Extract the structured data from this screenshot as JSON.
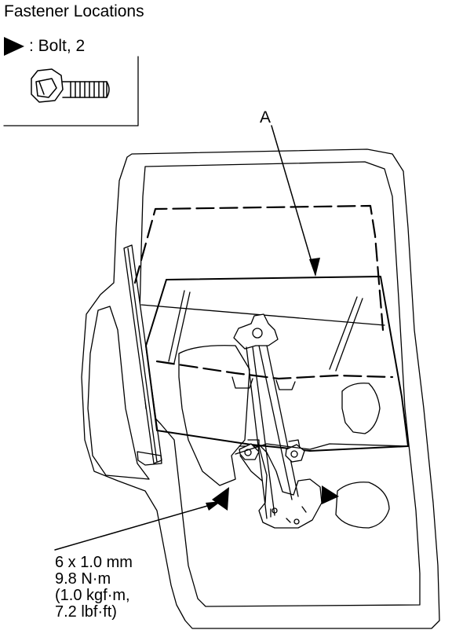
{
  "title": "Fastener Locations",
  "legend": {
    "symbol": "black-triangle-arrow",
    "label": ": Bolt, 2"
  },
  "callout": {
    "letter": "A"
  },
  "torque_spec": {
    "line1": "6 x 1.0 mm",
    "line2": "9.8 N·m",
    "line3": "(1.0 kgf·m,",
    "line4": "7.2 lbf·ft)"
  },
  "colors": {
    "line": "#000000",
    "background": "#ffffff"
  }
}
